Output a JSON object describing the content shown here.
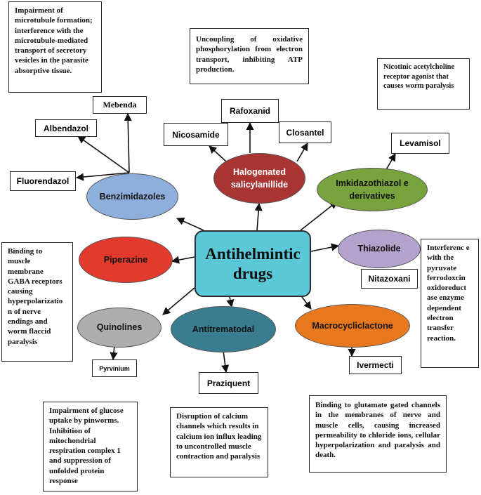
{
  "center": {
    "title": "Antihelmintic drugs"
  },
  "classes": {
    "benzimidazoles": {
      "label": "Benzimidazoles",
      "color": "#8eaedb"
    },
    "halogenated": {
      "label": "Halogenated salicylanillide",
      "color": "#a83434"
    },
    "imidazothiazole": {
      "label": "Imkidazothiazol e derivatives",
      "color": "#77a23c"
    },
    "thiazolide": {
      "label": "Thiazolide",
      "color": "#b2a2cc"
    },
    "piperazine": {
      "label": "Piperazine",
      "color": "#e33a2e"
    },
    "quinolines": {
      "label": "Quinolines",
      "color": "#aeaeae"
    },
    "antitrematodal": {
      "label": "Antitrematodal",
      "color": "#3a7d90"
    },
    "macrocyclic": {
      "label": "Macrocycliclactone",
      "color": "#e8781e"
    }
  },
  "drugs": {
    "albendazol": "Albendazol",
    "mebenda": "Mebenda",
    "fluorendazol": "Fluorendazol",
    "nicosamide": "Nicosamide",
    "rafoxanid": "Rafoxanid",
    "closantel": "Closantel",
    "levamisol": "Levamisol",
    "nitazoxani": "Nitazoxani",
    "pyrvinium": "Pyrvinium",
    "praziquent": "Praziquent",
    "ivermecti": "Ivermecti"
  },
  "mechanisms": {
    "benzimidazoles": "Impairment of microtubule formation; interference with the microtubule-mediated transport of secretory vesicles in the parasite absorptive tissue.",
    "halogenated": "Uncoupling of oxidative phosphorylation from electron transport, inhibiting ATP production.",
    "levamisol": "Nicotinic acetylcholine receptor agonist that causes worm paralysis",
    "piperazine": "Binding to muscle membrane GABA receptors causing hyperpolarizatio n of nerve endings and worm flaccid paralysis",
    "thiazolide": "Interferenc e with the pyruvate ferrodoxcin oxidoreduct ase enzyme dependent electron transfer reaction.",
    "quinolines": "Impairment of glucose uptake by pinworms. Inhibition of mitochondrial respiration complex 1 and suppression of unfolded protein response",
    "antitrematodal": "Disruption of calcium channels which results in calcium ion influx leading to uncontrolled muscle contraction and paralysis",
    "macrocyclic": "Binding to glutamate gated channels in the membranes of nerve and muscle cells, causing increased permeability to chloride ions, cellular hyperpolarization and paralysis and death."
  }
}
